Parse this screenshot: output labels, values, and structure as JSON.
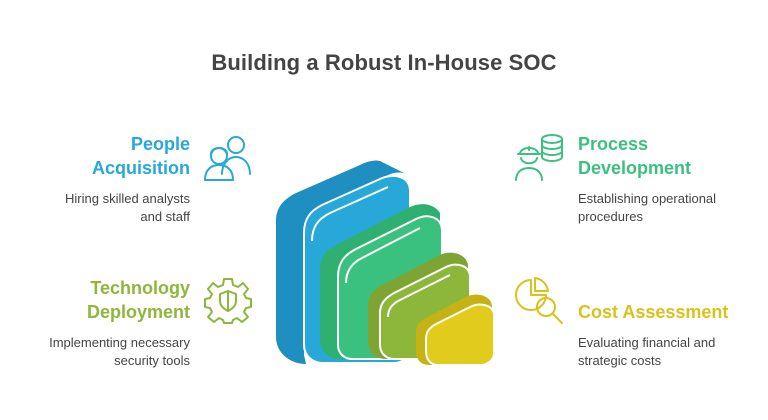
{
  "title": "Building a Robust In-House SOC",
  "sections": {
    "people": {
      "heading_lines": [
        "People",
        "Acquisition"
      ],
      "description_lines": [
        "Hiring skilled analysts",
        "and staff"
      ],
      "color": "#27a8d8",
      "icon": "people-icon"
    },
    "technology": {
      "heading_lines": [
        "Technology",
        "Deployment"
      ],
      "description_lines": [
        "Implementing necessary",
        "security tools"
      ],
      "color": "#8db73a",
      "icon": "gear-shield-icon"
    },
    "process": {
      "heading_lines": [
        "Process",
        "Development"
      ],
      "description_lines": [
        "Establishing operational",
        "procedures"
      ],
      "color": "#3bc17f",
      "icon": "worker-database-icon"
    },
    "cost": {
      "heading_lines": [
        "Cost Assessment"
      ],
      "description_lines": [
        "Evaluating financial and",
        "strategic costs"
      ],
      "color": "#d9c31a",
      "icon": "pie-chart-magnifier-icon"
    }
  }
}
